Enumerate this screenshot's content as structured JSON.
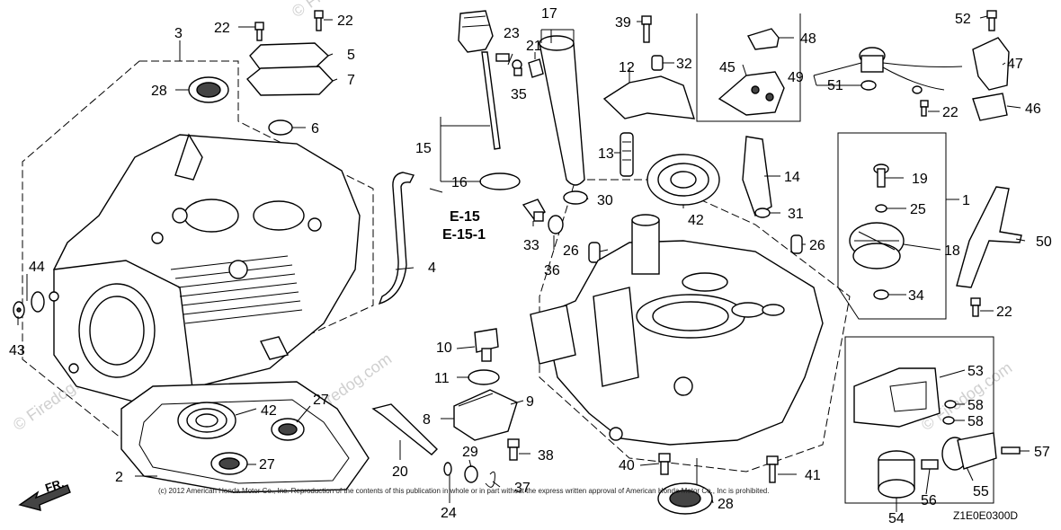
{
  "labels": {
    "p1": "1",
    "p2": "2",
    "p3": "3",
    "p4": "4",
    "p5": "5",
    "p6": "6",
    "p7": "7",
    "p8": "8",
    "p9": "9",
    "p10": "10",
    "p11": "11",
    "p12": "12",
    "p13": "13",
    "p14": "14",
    "p15": "15",
    "p16": "16",
    "p17": "17",
    "p18": "18",
    "p19": "19",
    "p20": "20",
    "p21": "21",
    "p22a": "22",
    "p22b": "22",
    "p22c": "22",
    "p22d": "22",
    "p23": "23",
    "p24": "24",
    "p25": "25",
    "p26a": "26",
    "p26b": "26",
    "p27a": "27",
    "p27b": "27",
    "p28a": "28",
    "p28b": "28",
    "p29": "29",
    "p30": "30",
    "p31": "31",
    "p32": "32",
    "p33": "33",
    "p34": "34",
    "p35": "35",
    "p36": "36",
    "p37": "37",
    "p38": "38",
    "p39": "39",
    "p40": "40",
    "p41": "41",
    "p42a": "42",
    "p42b": "42",
    "p43": "43",
    "p44": "44",
    "p45": "45",
    "p46": "46",
    "p47": "47",
    "p48": "48",
    "p49": "49",
    "p50": "50",
    "p51": "51",
    "p52": "52",
    "p53": "53",
    "p54": "54",
    "p55": "55",
    "p56": "56",
    "p57": "57",
    "p58a": "58",
    "p58b": "58"
  },
  "refs": {
    "e15": "E-15",
    "e151": "E-15-1"
  },
  "direction": "FR.",
  "diagram_code": "Z1E0E0300D",
  "copyright": "(c) 2012 American Honda Motor Co., Inc. Reproduction of the contents of this publication in whole or in part without the express written approval of American Honda Motor Co., Inc is prohibited.",
  "watermark": "© Firedog.com"
}
